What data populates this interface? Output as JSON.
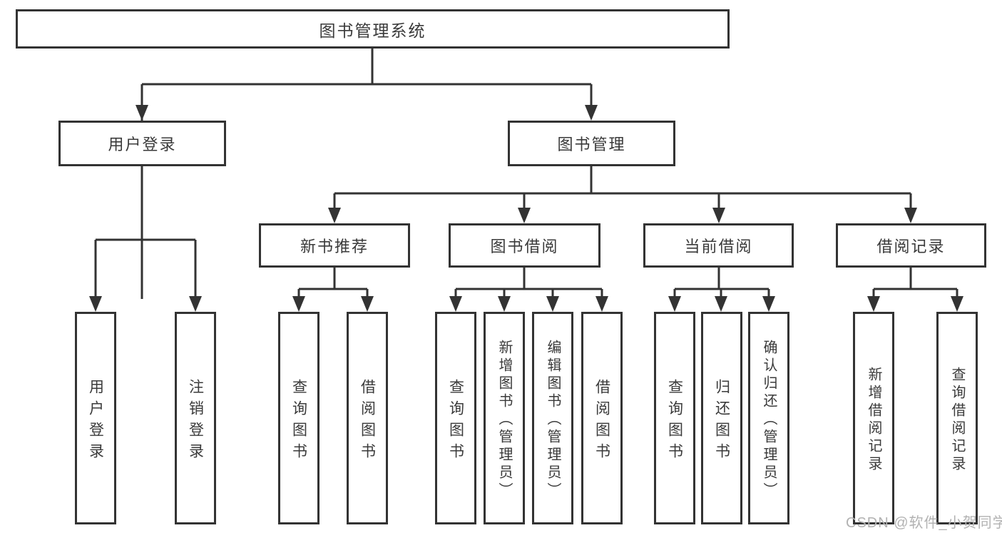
{
  "colors": {
    "line": "#333333",
    "box_border": "#333333",
    "box_fill": "#ffffff",
    "text": "#3a3a3a",
    "watermark_text": "#b2b2b2",
    "background": "#ffffff"
  },
  "watermark": {
    "text": "CSDN @软件_小贺同学"
  },
  "tree": {
    "label": "图书管理系统",
    "children": [
      {
        "label": "用户登录",
        "children": [
          {
            "label": "用户登录"
          },
          {
            "label": "注销登录"
          }
        ]
      },
      {
        "label": "图书管理",
        "children": [
          {
            "label": "新书推荐",
            "children": [
              {
                "label": "查询图书"
              },
              {
                "label": "借阅图书"
              }
            ]
          },
          {
            "label": "图书借阅",
            "children": [
              {
                "label": "查询图书"
              },
              {
                "label": "新增图书（管理员）"
              },
              {
                "label": "编辑图书（管理员）"
              },
              {
                "label": "借阅图书"
              }
            ]
          },
          {
            "label": "当前借阅",
            "children": [
              {
                "label": "查询图书"
              },
              {
                "label": "归还图书"
              },
              {
                "label": "确认归还（管理员）"
              }
            ]
          },
          {
            "label": "借阅记录",
            "children": [
              {
                "label": "新增借阅记录"
              },
              {
                "label": "查询借阅记录"
              }
            ]
          }
        ]
      }
    ]
  }
}
